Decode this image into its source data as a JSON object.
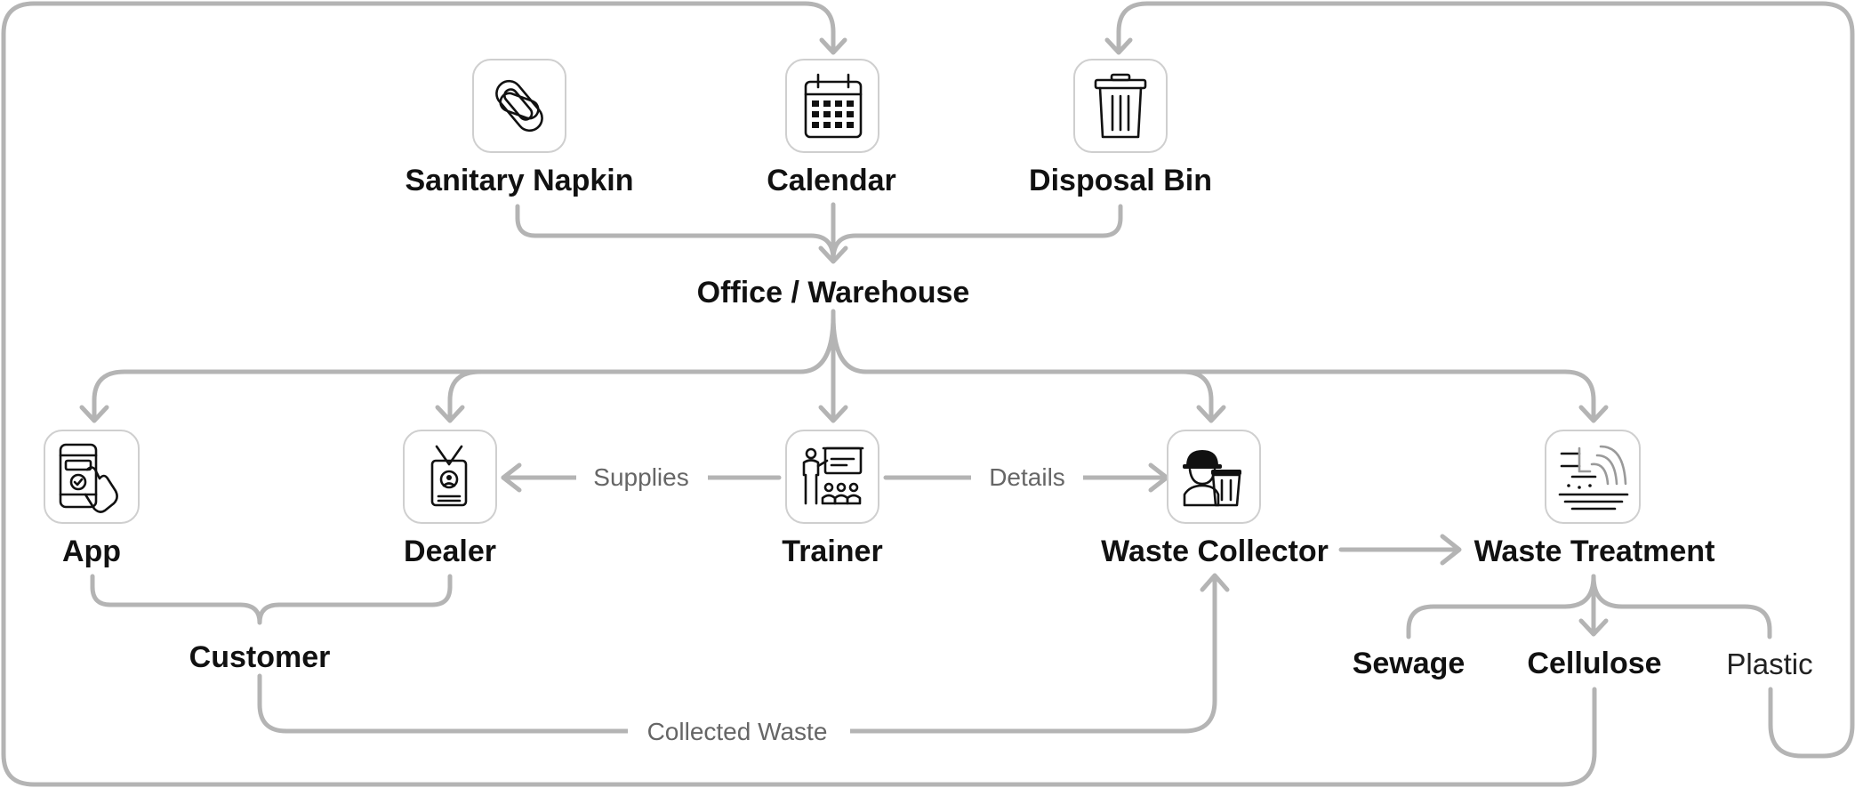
{
  "nodes": {
    "sanitary_napkin": "Sanitary Napkin",
    "calendar": "Calendar",
    "disposal_bin": "Disposal Bin",
    "office_warehouse": "Office / Warehouse",
    "app": "App",
    "dealer": "Dealer",
    "trainer": "Trainer",
    "waste_collector": "Waste Collector",
    "waste_treatment": "Waste Treatment",
    "customer": "Customer",
    "sewage": "Sewage",
    "cellulose": "Cellulose",
    "plastic": "Plastic"
  },
  "edges": {
    "supplies": "Supplies",
    "details": "Details",
    "collected_waste": "Collected Waste"
  },
  "icons": {
    "sanitary_napkin": "paperclip-icon",
    "calendar": "calendar-icon",
    "disposal_bin": "trash-bin-icon",
    "app": "phone-tap-icon",
    "dealer": "id-badge-icon",
    "trainer": "presentation-icon",
    "waste_collector": "worker-bin-icon",
    "waste_treatment": "pipe-outflow-icon"
  },
  "colors": {
    "connector": "#b4b4b4",
    "tile_border": "#cfcfcf",
    "text": "#111111",
    "edge_label": "#666666"
  }
}
